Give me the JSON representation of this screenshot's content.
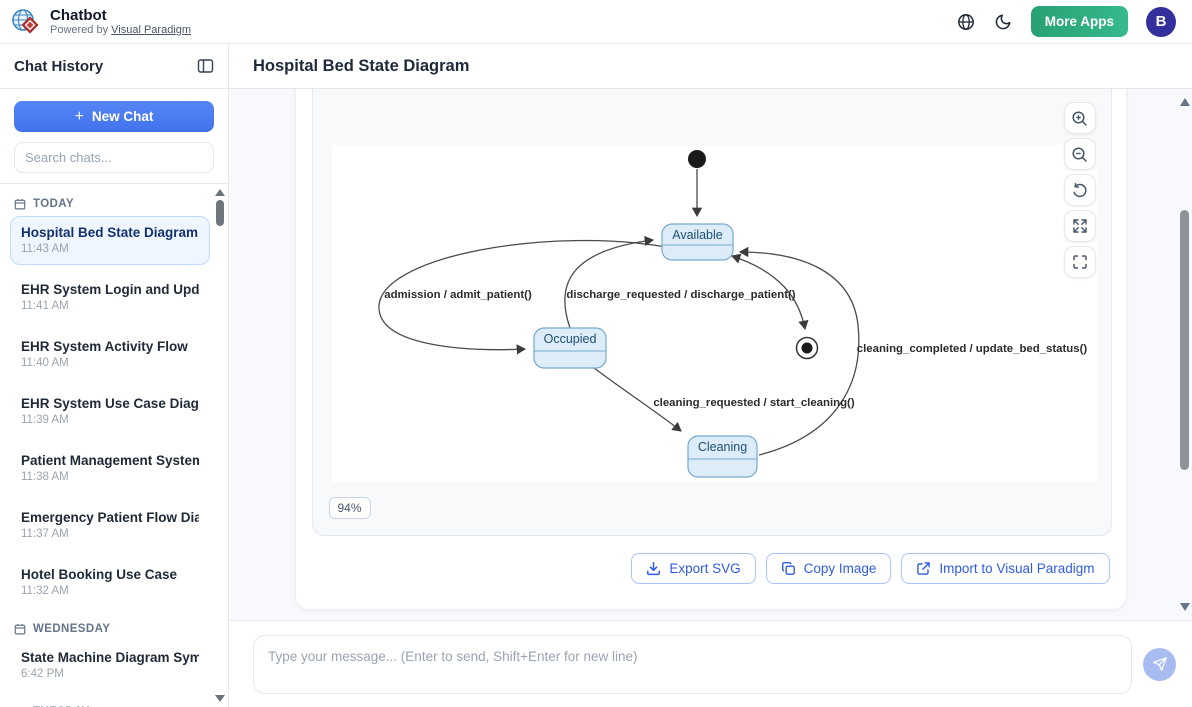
{
  "header": {
    "app_title": "Chatbot",
    "powered_by_prefix": "Powered by",
    "powered_by_link": "Visual Paradigm",
    "more_apps_label": "More Apps",
    "avatar_initial": "B"
  },
  "sidebar": {
    "title": "Chat History",
    "new_chat_plus": "+",
    "new_chat_label": "New Chat",
    "search_placeholder": "Search chats...",
    "sections": [
      {
        "label": "TODAY",
        "items": [
          {
            "title": "Hospital Bed State Diagram",
            "time": "11:43 AM",
            "selected": true
          },
          {
            "title": "EHR System Login and Upda...",
            "time": "11:41 AM",
            "selected": false
          },
          {
            "title": "EHR System Activity Flow",
            "time": "11:40 AM",
            "selected": false
          },
          {
            "title": "EHR System Use Case Diagram",
            "time": "11:39 AM",
            "selected": false
          },
          {
            "title": "Patient Management System...",
            "time": "11:38 AM",
            "selected": false
          },
          {
            "title": "Emergency Patient Flow Dia...",
            "time": "11:37 AM",
            "selected": false
          },
          {
            "title": "Hotel Booking Use Case",
            "time": "11:32 AM",
            "selected": false
          }
        ]
      },
      {
        "label": "WEDNESDAY",
        "items": [
          {
            "title": "State Machine Diagram Sym...",
            "time": "6:42 PM",
            "selected": false
          }
        ]
      },
      {
        "label": "TUESDAY",
        "items": []
      }
    ]
  },
  "main": {
    "title": "Hospital Bed State Diagram",
    "zoom_level": "94%",
    "actions": [
      {
        "label": "Export SVG"
      },
      {
        "label": "Copy Image"
      },
      {
        "label": "Import to Visual Paradigm"
      }
    ],
    "input_placeholder": "Type your message... (Enter to send, Shift+Enter for new line)"
  },
  "diagram": {
    "type": "uml-state-diagram",
    "states": [
      "Available",
      "Occupied",
      "Cleaning"
    ],
    "labels": {
      "available": "Available",
      "occupied": "Occupied",
      "cleaning": "Cleaning",
      "admission": "admission / admit_patient()",
      "discharge": "discharge_requested / discharge_patient()",
      "cleaning_completed": "cleaning_completed / update_bed_status()",
      "cleaning_requested": "cleaning_requested / start_cleaning()"
    },
    "transitions": [
      {
        "from": "[initial]",
        "to": "Available",
        "label": ""
      },
      {
        "from": "Available",
        "to": "Occupied",
        "label": "admission / admit_patient()"
      },
      {
        "from": "Occupied",
        "to": "Available",
        "label": "discharge_requested / discharge_patient()"
      },
      {
        "from": "Occupied",
        "to": "Cleaning",
        "label": "cleaning_requested / start_cleaning()"
      },
      {
        "from": "Cleaning",
        "to": "Available",
        "label": "cleaning_completed / update_bed_status()"
      },
      {
        "from": "Available",
        "to": "[final]",
        "label": ""
      }
    ]
  }
}
